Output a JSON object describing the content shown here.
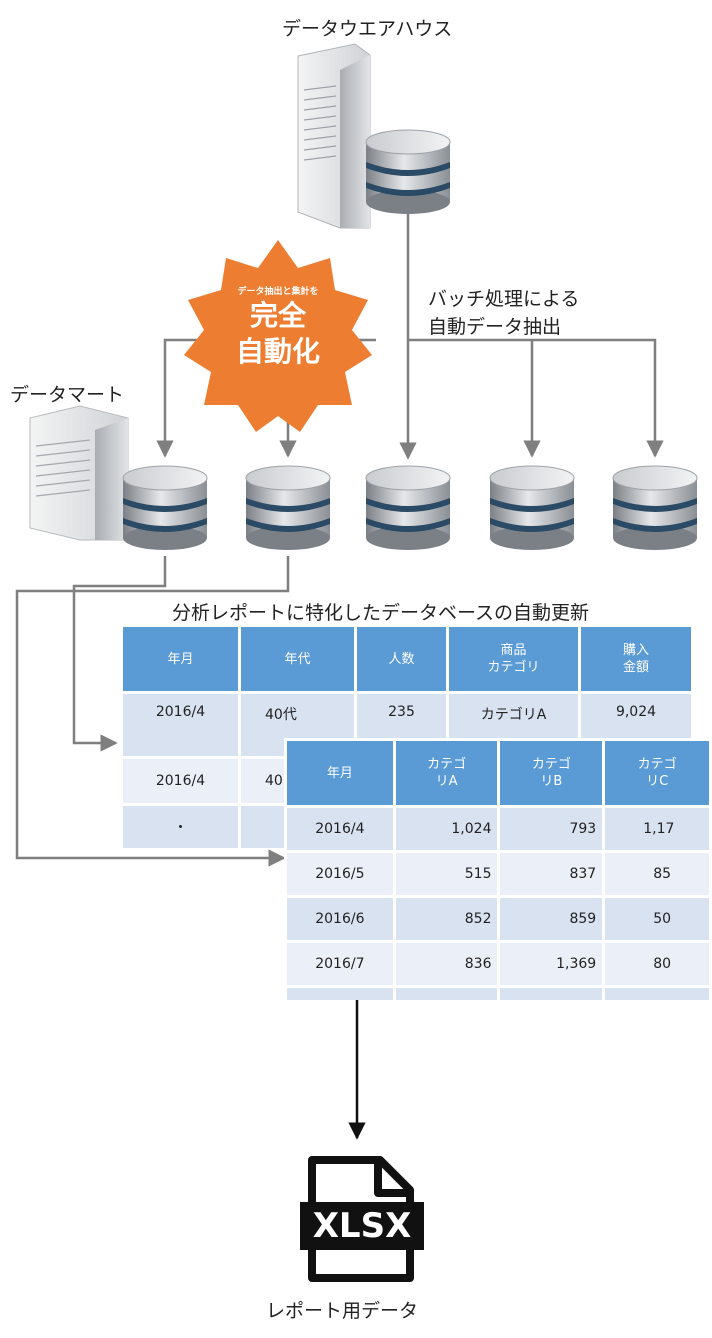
{
  "warehouse_label": "データウエアハウス",
  "batch_label_line1": "バッチ処理による",
  "batch_label_line2": "自動データ抽出",
  "datamart_label": "データマート",
  "burst": {
    "small": "データ抽出と集計を",
    "line1": "完全",
    "line2": "自動化",
    "color": "#ed7d31"
  },
  "tables_caption": "分析レポートに特化したデータベースの自動更新",
  "table1": {
    "headers": [
      "年月",
      "年代",
      "人数",
      "商品\nカテゴリ",
      "購入\n金額"
    ],
    "rows": [
      [
        "2016/4",
        "40代",
        "235",
        "カテゴリA",
        "9,024"
      ],
      [
        "2016/4",
        "40",
        "",
        "",
        ""
      ],
      [
        "・",
        "",
        "",
        "",
        ""
      ]
    ]
  },
  "table2": {
    "headers": [
      "年月",
      "カテゴ\nリA",
      "カテゴ\nリB",
      "カテゴ\nリC"
    ],
    "rows": [
      [
        "2016/4",
        "1,024",
        "793",
        "1,17"
      ],
      [
        "2016/5",
        "515",
        "837",
        "85"
      ],
      [
        "2016/6",
        "852",
        "859",
        "50"
      ],
      [
        "2016/7",
        "836",
        "1,369",
        "80"
      ],
      [
        "・",
        "・",
        "・",
        "・"
      ]
    ]
  },
  "file_icon_text": "XLSX",
  "report_label": "レポート用データ",
  "colors": {
    "header_blue": "#5b9bd5",
    "row_dark": "#d9e2f1",
    "row_light": "#ebf0f8",
    "arrow_gray": "#7f7f7f"
  }
}
